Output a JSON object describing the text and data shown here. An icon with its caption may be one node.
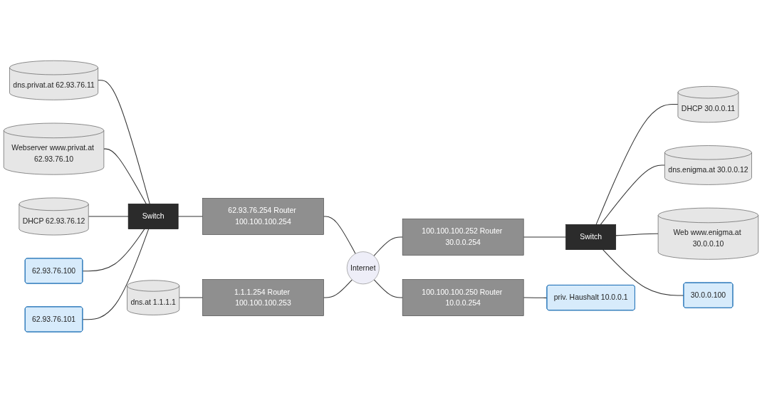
{
  "diagram": {
    "nodes": [
      {
        "text": [
          "dns.privat.at 62.93.76.11"
        ]
      },
      {
        "text": [
          "Webserver www.privat.at 62.93.76.10"
        ]
      },
      {
        "text": [
          "DHCP 62.93.76.12"
        ]
      },
      {
        "text": [
          "62.93.76.100"
        ]
      },
      {
        "text": [
          "Switch"
        ]
      },
      {
        "text": [
          "62.93.76.101"
        ]
      },
      {
        "text": [
          "62.93.76.254 Router 100.100.100.254"
        ]
      },
      {
        "text": [
          "dns.at 1.1.1.1"
        ]
      },
      {
        "text": [
          "1.1.1.254 Router 100.100.100.253"
        ]
      },
      {
        "text": [
          "Internet"
        ]
      },
      {
        "text": [
          "DHCP 30.0.0.11"
        ]
      },
      {
        "text": [
          "dns.enigma.at 30.0.0.12"
        ]
      },
      {
        "text": [
          "Web www.enigma.at 30.0.0.10"
        ]
      },
      {
        "text": [
          "Switch"
        ]
      },
      {
        "text": [
          "100.100.100.252 Router 30.0.0.254"
        ]
      },
      {
        "text": [
          "30.0.0.100"
        ]
      },
      {
        "text": [
          "100.100.100.250 Router 10.0.0.254"
        ]
      },
      {
        "text": [
          "priv. Haushalt 10.0.0.1"
        ]
      }
    ],
    "edges": [
      {
        "from": 0,
        "to": 4,
        "arrow": "none"
      },
      {
        "from": 1,
        "to": 4,
        "arrow": "none"
      },
      {
        "from": 2,
        "to": 4,
        "arrow": "none"
      },
      {
        "from": 3,
        "to": 4,
        "arrow": "none"
      },
      {
        "from": 5,
        "to": 4,
        "arrow": "none"
      },
      {
        "from": 4,
        "to": 6,
        "arrow": "none"
      },
      {
        "from": 6,
        "to": 9,
        "arrow": "none"
      },
      {
        "from": 7,
        "to": 8,
        "arrow": "none"
      },
      {
        "from": 8,
        "to": 9,
        "arrow": "none"
      },
      {
        "from": 9,
        "to": 14,
        "arrow": "none"
      },
      {
        "from": 14,
        "to": 13,
        "arrow": "none"
      },
      {
        "from": 13,
        "to": 10,
        "arrow": "none"
      },
      {
        "from": 13,
        "to": 11,
        "arrow": "none"
      },
      {
        "from": 13,
        "to": 12,
        "arrow": "none"
      },
      {
        "from": 13,
        "to": 15,
        "arrow": "none"
      },
      {
        "from": 9,
        "to": 16,
        "arrow": "none"
      },
      {
        "from": 16,
        "to": 17,
        "arrow": "none"
      }
    ]
  }
}
